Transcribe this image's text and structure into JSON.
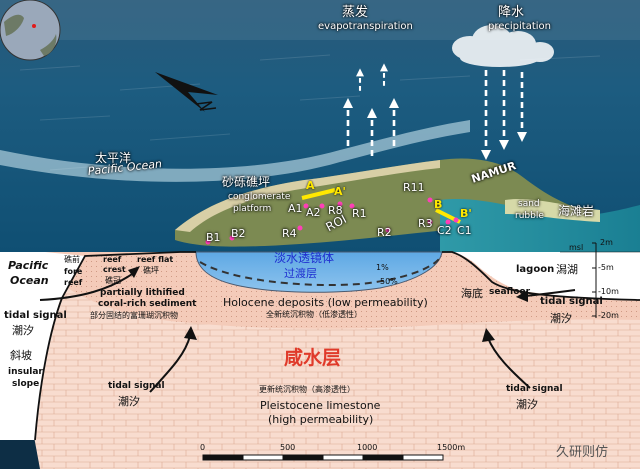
{
  "colors": {
    "sky": "#1d4a6a",
    "ocean": "#1a6a8e",
    "lens": "#6fb0e6",
    "sediment": "#f4cbb9",
    "limestone": "#f8dccf",
    "brick": "#dcaa94",
    "salt": "#e03a2a",
    "well": "#ff3fb8",
    "transect": "#ffe800",
    "fresh_text": "#1f2fd0"
  },
  "top": {
    "evap_cn": "蒸发",
    "evap_en": "evapotranspiration",
    "precip_cn": "降水",
    "precip_en": "precipitation",
    "pacific_cn": "太平洋",
    "pacific_en": "Pacific Ocean",
    "conglom_cn": "砂砾礁坪",
    "conglom_en1": "conglomerate",
    "conglom_en2": "platform",
    "sand_en1": "sand",
    "sand_en2": "rubble",
    "lagoon_shore_cn": "海滩岩",
    "namur": "NAMUR",
    "roi": "ROI",
    "wells": {
      "r11": "R11",
      "a1": "A1",
      "a2": "A2",
      "r8": "R8",
      "r1": "R1",
      "r4": "R4",
      "r2": "R2",
      "r3": "R3",
      "c2": "C2",
      "c1": "C1",
      "b1": "B1",
      "b2": "B2"
    },
    "transect": {
      "a": "A",
      "a_p": "A'",
      "b": "B",
      "b_p": "B'"
    }
  },
  "cross": {
    "pacific_en1": "Pacific",
    "pacific_en2": "Ocean",
    "reef_fore_cn1": "礁前",
    "reef_fore_en1": "fore",
    "reef_fore_en2": "reef",
    "reef_crest_en1": "reef",
    "reef_crest_en2": "crest",
    "reef_crest_cn": "礁冠",
    "reef_flat_en": "reef flat",
    "reef_flat_cn": "礁坪",
    "lith_en1": "partially lithified",
    "lith_en2": "coral-rich sediment",
    "lith_cn": "部分固结的富珊瑚沉积物",
    "lens_cn": "淡水透镜体",
    "transition_cn": "过渡层",
    "pct1": "1%",
    "pct50": "50%",
    "holo_en": "Holocene deposits (low permeability)",
    "holo_cn": "全新统沉积物（低渗透性）",
    "seabed_cn": "海底",
    "seafloor_en": "seafloor",
    "lagoon_en": "lagoon",
    "lagoon_cn": "潟湖",
    "tidal_en": "tidal signal",
    "tidal_cn": "潮汐",
    "slope_cn": "斜坡",
    "insular_en1": "insular",
    "insular_en2": "slope",
    "saltwater_cn": "咸水层",
    "pleist_cn": "更新统沉积物（高渗透性）",
    "pleist_en": "Pleistocene limestone",
    "perm_en": "(high permeability)",
    "msl": "msl",
    "depths": [
      "2m",
      "-5m",
      "-10m",
      "-20m"
    ],
    "scale": [
      "0",
      "500",
      "1000",
      "1500m"
    ],
    "watermark": "久研则仿"
  }
}
